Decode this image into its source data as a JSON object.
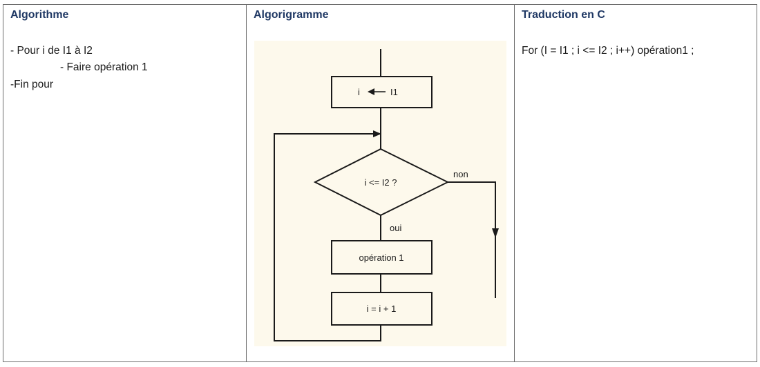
{
  "columns": {
    "algorithme": {
      "header": "Algorithme",
      "lines": [
        "- Pour i de I1 à I2",
        "- Faire opération 1",
        "-Fin pour"
      ]
    },
    "algorigramme": {
      "header": "Algorigramme",
      "flowchart": {
        "init_box": {
          "left": "i",
          "right": "I1"
        },
        "condition": "i <= I2 ?",
        "label_no": "non",
        "label_yes": "oui",
        "operation_box": "opération 1",
        "increment_box": "i = i + 1"
      }
    },
    "traduction": {
      "header": "Traduction en C",
      "code": "For (I = I1 ; i <= I2 ; i++) opération1 ;"
    }
  }
}
